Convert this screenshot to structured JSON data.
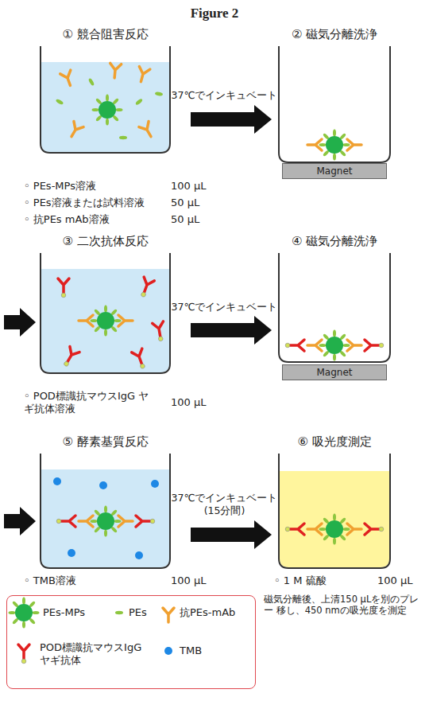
{
  "diagram": {
    "title": "Figure 2",
    "nodes": [
      {
        "text": [
          "① 競合阻害反応"
        ]
      },
      {
        "text": [
          "② 磁気分離洗浄"
        ]
      },
      {
        "text": [
          "Magnet"
        ]
      },
      {
        "text": [
          "③ 二次抗体反応"
        ]
      },
      {
        "text": [
          "④ 磁気分離洗浄"
        ]
      },
      {
        "text": [
          "Magnet"
        ]
      },
      {
        "text": [
          "⑤ 酵素基質反応"
        ]
      },
      {
        "text": [
          "⑥ 吸光度測定"
        ]
      }
    ],
    "edges": [
      {
        "from": 0,
        "to": 1,
        "arrow": "to",
        "label": "37℃でインキュベート"
      },
      {
        "from": 3,
        "to": 4,
        "arrow": "to",
        "label": "37℃でインキュベート"
      },
      {
        "from": 6,
        "to": 7,
        "arrow": "to",
        "label": "37℃でインキュベート (15分間)"
      }
    ],
    "labels": [
      "◦ PEs-MPs溶液",
      "100 µL",
      "◦ PEs溶液または試料溶液",
      "50 µL",
      "◦ 抗PEs mAb溶液",
      "50 µL",
      "◦ POD標識抗マウスIgG ヤギ抗体溶液",
      "100 µL",
      "◦ TMB溶液",
      "100 µL",
      "◦ 1 M 硫酸",
      "100 µL",
      "磁気分離後、上清150 µLを別のプレー 移し、450 nmの吸光度を測定"
    ],
    "legend": [
      {
        "text": "PEs-MPs"
      },
      {
        "text": "PEs"
      },
      {
        "text": "抗PEs-mAb"
      },
      {
        "text": "POD標識抗マウスIgG ヤギ抗体"
      },
      {
        "text": "TMB"
      }
    ]
  }
}
